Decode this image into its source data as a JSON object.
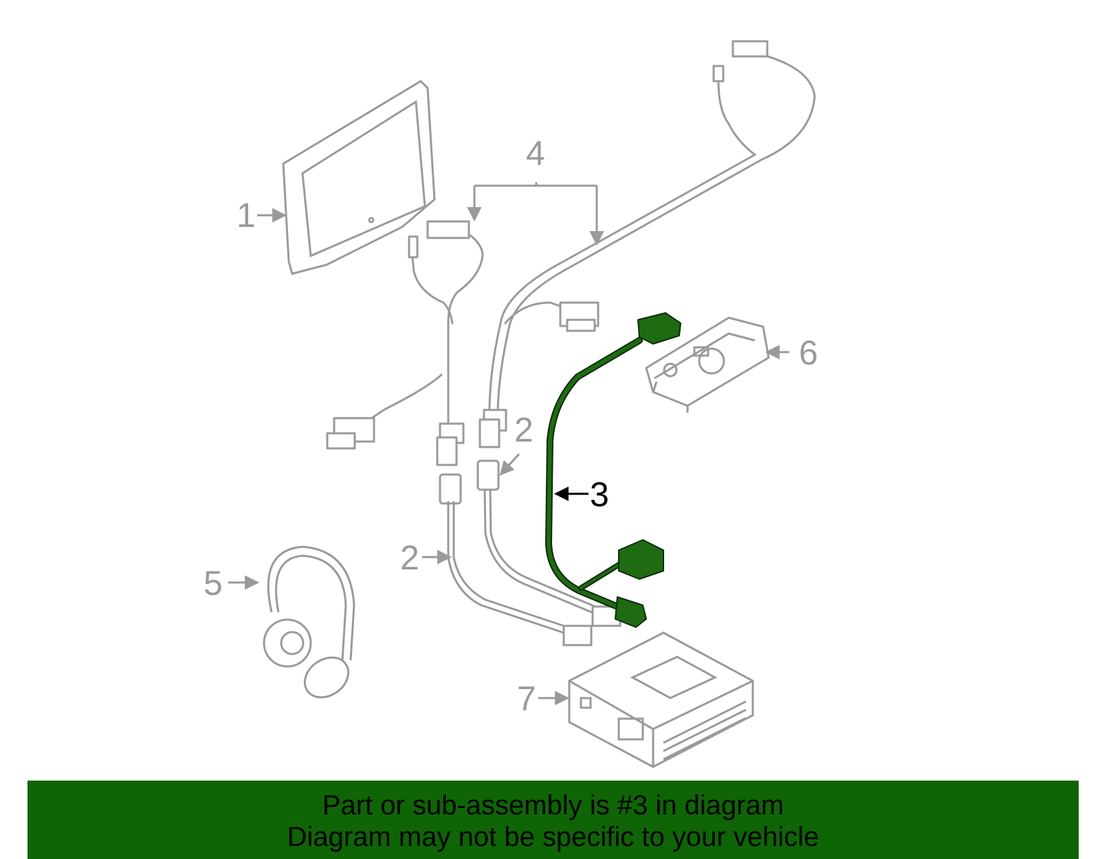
{
  "colors": {
    "part_gray": "#9a9a9a",
    "highlight_fill": "#1e6b12",
    "highlight_stroke": "#0b2a06",
    "banner_bg": "#0f6406",
    "callout_highlight": "#000000"
  },
  "callouts": {
    "c1": "1",
    "c2a": "2",
    "c2b": "2",
    "c3": "3",
    "c4": "4",
    "c5": "5",
    "c6": "6",
    "c7": "7"
  },
  "banner": {
    "line1": "Part or sub-assembly is #3 in diagram",
    "line2": "Diagram may not be specific to your vehicle"
  }
}
